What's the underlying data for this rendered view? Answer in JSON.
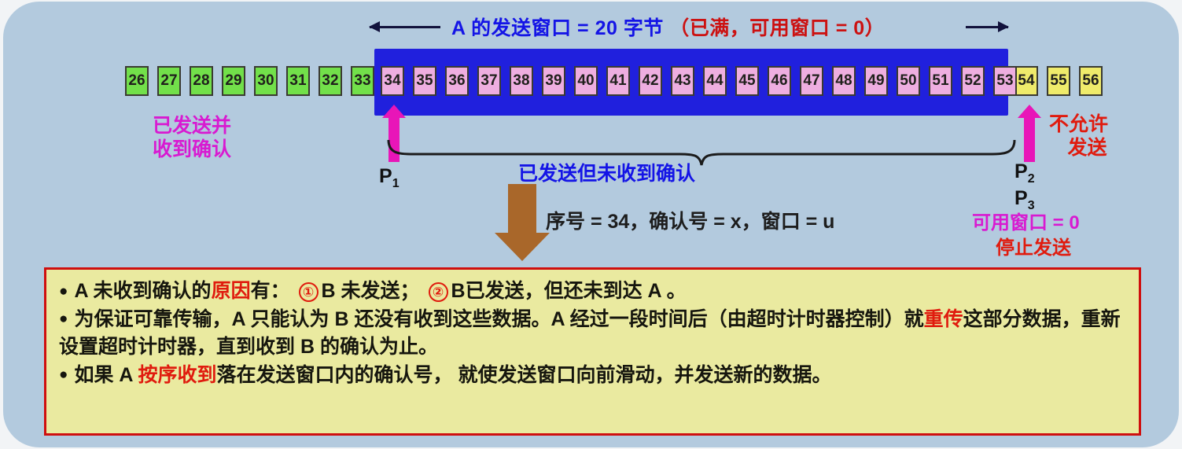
{
  "window_caption": {
    "main": "A 的发送窗口 = 20 字节",
    "note": "（已满，可用窗口 = 0）"
  },
  "bytes": {
    "acked": [
      "26",
      "27",
      "28",
      "29",
      "30",
      "31",
      "32",
      "33"
    ],
    "in_window": [
      "34",
      "35",
      "36",
      "37",
      "38",
      "39",
      "40",
      "41",
      "42",
      "43",
      "44",
      "45",
      "46",
      "47",
      "48",
      "49",
      "50",
      "51",
      "52",
      "53"
    ],
    "not_allowed": [
      "54",
      "55",
      "56"
    ]
  },
  "labels": {
    "sent_and_acked": "已发送并\n收到确认",
    "sent_and_acked_l1": "已发送并",
    "sent_and_acked_l2": "收到确认",
    "sent_not_acked": "已发送但未收到确认",
    "not_allowed_l1": "不允许",
    "not_allowed_l2": "发送",
    "p1": "P",
    "p1_sub": "1",
    "p2": "P",
    "p2_sub": "2",
    "p3": "P",
    "p3_sub": "3",
    "available_window": "可用窗口 = 0",
    "stop_sending": "停止发送",
    "segment_header": "序号 = 34，确认号 = x，窗口 = u"
  },
  "notes": {
    "line1": {
      "a": "A 未收到确认的",
      "b_red": "原因",
      "c": "有：",
      "num1": "①",
      "d": "B 未发送；",
      "num2": "②",
      "e": "B已发送，但还未到达 A 。"
    },
    "line2": {
      "a": "为保证可靠传输，A 只能认为 B 还没有收到这些数据。A 经过一段时间后（由超时计时器控制）就",
      "b_red": "重传",
      "c": "这部分数据，重新设置超时计时器，直到收到 B 的确认为止。"
    },
    "line3": {
      "a": "如果 A ",
      "b_red": "按序收到",
      "c": "落在发送窗口内的确认号， 就使发送窗口向前滑动，并发送新的数据。"
    }
  },
  "colors": {
    "panel_bg": "#b3cade",
    "window_band": "#2020dd",
    "acked_cell": "#72e04a",
    "window_cell": "#eeaee0",
    "blocked_cell": "#efeb6b",
    "pointer": "#e815b8",
    "note_bg": "#eaeaa0",
    "note_border": "#cf0f0f",
    "accent_red": "#e01b0e",
    "accent_blue": "#1414e6",
    "accent_magenta": "#d81ad1",
    "brown_arrow": "#a9672a"
  },
  "chart_data": {
    "type": "diagram",
    "title": "TCP 发送窗口示意图",
    "sequence_start": 26,
    "sequence_end": 56,
    "window_start": 34,
    "window_end": 53,
    "window_size_bytes": 20,
    "usable_window": 0,
    "pointers": {
      "P1": 34,
      "P2": 54,
      "P3": 54
    }
  }
}
